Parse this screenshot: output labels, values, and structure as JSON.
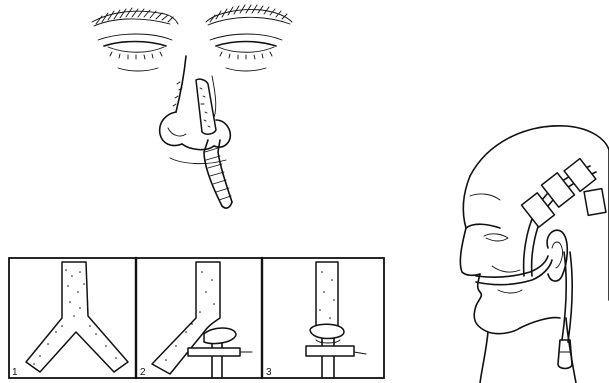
{
  "figure": {
    "panels": [
      {
        "number": "1",
        "subject": "y-cut-tape"
      },
      {
        "number": "2",
        "subject": "tape-wrapping-tube"
      },
      {
        "number": "3",
        "subject": "tape-secured-tube"
      }
    ],
    "colors": {
      "ink": "#111111",
      "paper": "#ffffff"
    }
  }
}
